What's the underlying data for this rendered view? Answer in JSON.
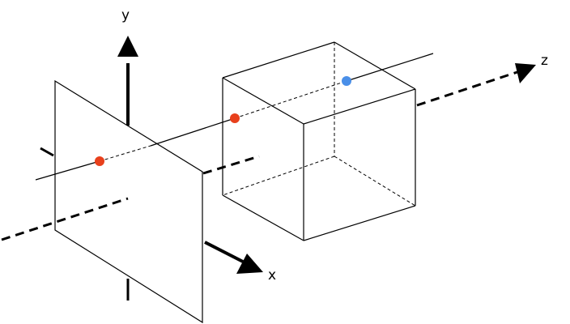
{
  "axes": {
    "x_label": "x",
    "y_label": "y",
    "z_label": "z"
  },
  "colors": {
    "line": "#000000",
    "background": "#ffffff",
    "point_primary": "#e8401c",
    "point_secondary": "#4a8fe8"
  }
}
